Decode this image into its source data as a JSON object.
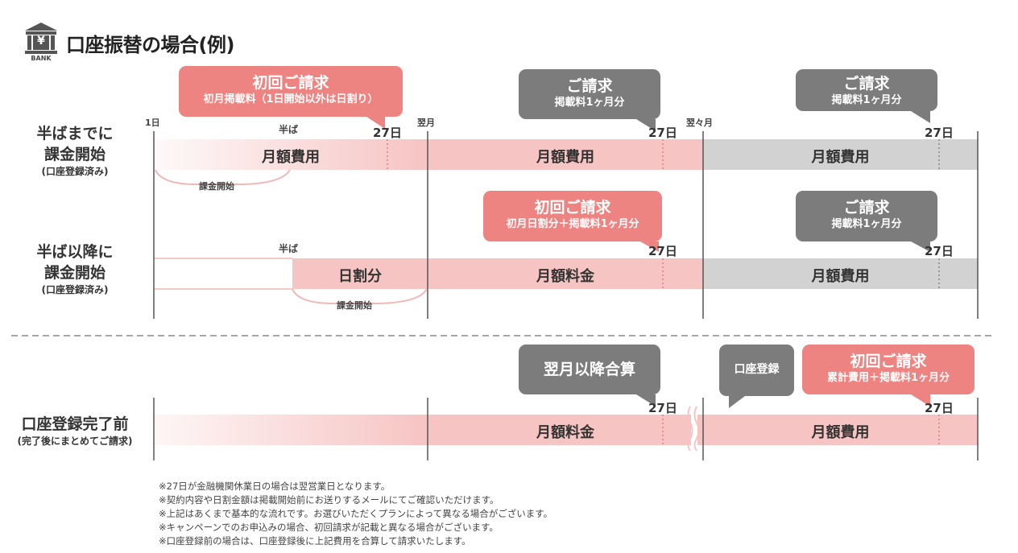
{
  "title": "口座振替の場合(例)",
  "bank_icon": {
    "symbol": "¥",
    "caption": "BANK"
  },
  "colors": {
    "pink_bubble": "#ee8481",
    "pink_bar": "#f6c4c3",
    "gray_bubble": "#7c7c7c",
    "gray_bar": "#d2d2d2"
  },
  "rows": [
    {
      "main": "半ばまでに\n課金開始",
      "sub": "(口座登録済み)"
    },
    {
      "main": "半ば以降に\n課金開始",
      "sub": "(口座登録済み)"
    },
    {
      "main": "口座登録完了前",
      "sub": "(完了後にまとめてご請求)"
    }
  ],
  "ticks": {
    "day1": "1日",
    "mid": "半ば",
    "next_month": "翌月",
    "month_after": "翌々月",
    "day27": "27日"
  },
  "bars": {
    "monthly_fee": "月額費用",
    "monthly_charge": "月額料金",
    "prorated": "日割分"
  },
  "billing_start": "課金開始",
  "bubbles": {
    "first_bill_row1": {
      "title": "初回ご請求",
      "detail": "初月掲載料（1日開始以外は日割り）"
    },
    "bill": {
      "title": "ご請求",
      "detail": "掲載料1ヶ月分"
    },
    "first_bill_row2": {
      "title": "初回ご請求",
      "detail": "初月日割分＋掲載料1ヶ月分"
    },
    "combined": {
      "title": "翌月以降合算"
    },
    "account_reg": {
      "title": "口座登録"
    },
    "first_bill_row3": {
      "title": "初回ご請求",
      "detail": "累計費用＋掲載料1ヶ月分"
    }
  },
  "notes": [
    "※27日が金融機関休業日の場合は翌営業日となります。",
    "※契約内容や日割金額は掲載開始前にお送りするメールにてご確認いただけます。",
    "※上記はあくまで基本的な流れです。お選びいただくプランによって異なる場合がございます。",
    "※キャンペーンでのお申込みの場合、初回請求が記載と異なる場合がございます。",
    "※口座登録前の場合は、口座登録後に上記費用を合算して請求いたします。"
  ]
}
